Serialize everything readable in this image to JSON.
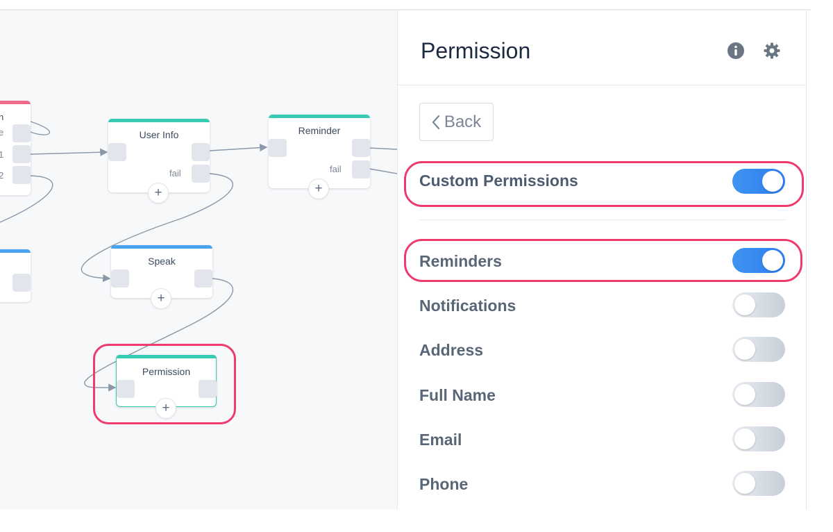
{
  "canvas": {
    "blocks": [
      {
        "title": "",
        "side_labels": [
          "n",
          "e",
          "1",
          "2"
        ]
      },
      {
        "title": "User Info",
        "fail_label": "fail",
        "add_label": "+"
      },
      {
        "title": "Reminder",
        "fail_label": "fail",
        "add_label": "+"
      },
      {
        "title": ""
      },
      {
        "title": "Speak",
        "add_label": "+"
      },
      {
        "title": "Permission",
        "add_label": "+"
      }
    ]
  },
  "panel": {
    "title": "Permission",
    "back_label": "Back",
    "custom_permissions": {
      "label": "Custom Permissions",
      "on": true
    },
    "permissions": [
      {
        "label": "Reminders",
        "on": true
      },
      {
        "label": "Notifications",
        "on": false
      },
      {
        "label": "Address",
        "on": false
      },
      {
        "label": "Full Name",
        "on": false
      },
      {
        "label": "Email",
        "on": false
      },
      {
        "label": "Phone",
        "on": false
      }
    ]
  },
  "colors": {
    "accent_red": "#ee3b6e",
    "bar_teal": "#37cbb4",
    "bar_blue": "#4aa3f0",
    "bar_pink": "#f06a8a",
    "toggle_on": "#2f7ef1"
  },
  "icons": [
    "info-icon",
    "gear-icon",
    "chevron-left-icon",
    "plus-icon"
  ]
}
